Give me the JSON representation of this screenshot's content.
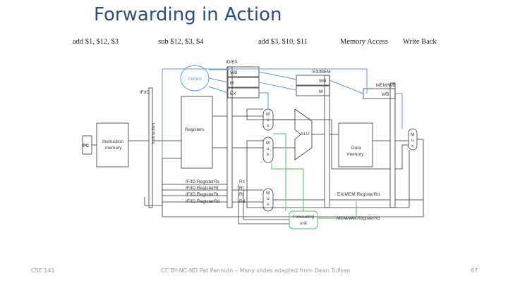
{
  "slide": {
    "title": "Forwarding in Action",
    "stages": [
      "add $1, $12, $3",
      "sub $12, $3, $4",
      "add $3, $10, $11",
      "Memory Access",
      "Write Back"
    ],
    "footer_left": "CSE 141",
    "footer_center": "CC BY-NC-ND Pat Pannuto – Many slides adapted from Dean Tullsen",
    "footer_right": "67"
  },
  "diagram": {
    "pipe_regs": [
      "IF/ID",
      "ID/EX",
      "EX/MEM",
      "MEM/WB"
    ],
    "control_labels": [
      "WB",
      "M",
      "EX",
      "WB",
      "M",
      "WB"
    ],
    "blocks": {
      "control": "Control",
      "pc": "PC",
      "imem": [
        "Instruction",
        "memory"
      ],
      "instruction": "Instruction",
      "registers": "Registers",
      "alu": "ALU",
      "dmem": [
        "Data",
        "memory"
      ],
      "forwarding": [
        "Forwarding",
        "unit"
      ],
      "mux": [
        "M",
        "u",
        "x"
      ]
    },
    "field_labels": [
      "IF/ID.RegisterRs",
      "IF/ID.RegisterRt",
      "IF/ID.RegisterRt",
      "IF/ID.RegisterRd"
    ],
    "reg_labels": [
      "Rs",
      "Rt",
      "Rt",
      "Rd"
    ],
    "exmem_rd": "EX/MEM.RegisterRd",
    "memwb_rd": "MEM/WB.RegisterRd"
  },
  "colors": {
    "title": "#2f4b85",
    "control": "#5b9bd5",
    "forward": "#59b96b",
    "wire": "#333333"
  }
}
